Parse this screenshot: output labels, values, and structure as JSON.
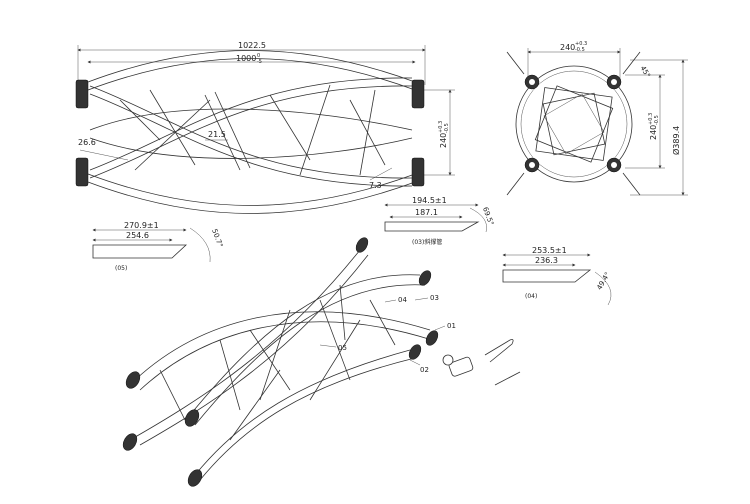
{
  "top_view": {
    "dim_overall": "1022.5",
    "dim_inner": "1000",
    "dim_inner_tol_top": "0",
    "dim_inner_tol_bottom": "-5",
    "dim_height": "240",
    "dim_height_tol_top": "+0.3",
    "dim_height_tol_bottom": "-0.5",
    "dim_brace": "21.5",
    "dim_offset": "26.6",
    "dim_end": "7.3"
  },
  "end_view": {
    "dim_width": "240",
    "dim_width_tol_top": "+0.3",
    "dim_width_tol_bottom": "-0.5",
    "dim_height": "240",
    "dim_height_tol_top": "+0.3",
    "dim_height_tol_bottom": "-0.5",
    "dim_diameter": "Ø389.4",
    "dim_angle": "45°"
  },
  "part_03": {
    "dim_long": "194.5±1",
    "dim_short": "187.1",
    "dim_angle": "69.5°",
    "caption": "(03)斜撑管"
  },
  "part_05": {
    "dim_long": "270.9±1",
    "dim_short": "254.6",
    "dim_angle": "50.7°",
    "caption": "(05)"
  },
  "part_04": {
    "dim_long": "253.5±1",
    "dim_short": "236.3",
    "dim_angle": "49.4°",
    "caption": "(04)"
  },
  "iso_view": {
    "callout_01": "01",
    "callout_02": "02",
    "callout_03": "03",
    "callout_04": "04",
    "callout_05": "05"
  }
}
